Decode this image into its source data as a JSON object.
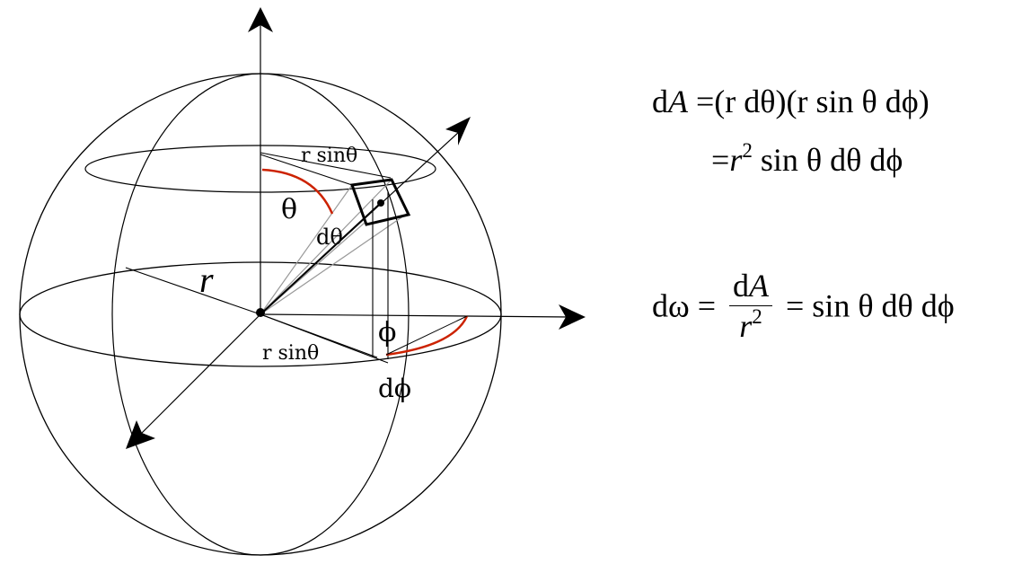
{
  "figure": {
    "labels": {
      "r_sin_theta_top": "r sinθ",
      "theta": "θ",
      "d_theta": "dθ",
      "radius": "r",
      "phi": "ϕ",
      "r_sin_theta_bottom": "r sinθ",
      "d_phi": "dϕ"
    },
    "colors": {
      "lines": "#000000",
      "angle_arcs": "#cc2200",
      "cone_lines": "#999999"
    }
  },
  "equations": {
    "area": {
      "lhs_d": "d",
      "lhs_var": "A",
      "line1": "=(r dθ)(r sin θ dϕ)",
      "line2_eq": "=",
      "line2_r": "r",
      "line2_exp": "2",
      "line2_rest": " sin θ dθ dϕ"
    },
    "solid_angle": {
      "lhs": "dω =",
      "num_d": "d",
      "num_var": "A",
      "den_r": "r",
      "den_exp": "2",
      "rhs": "= sin θ dθ dϕ"
    }
  }
}
